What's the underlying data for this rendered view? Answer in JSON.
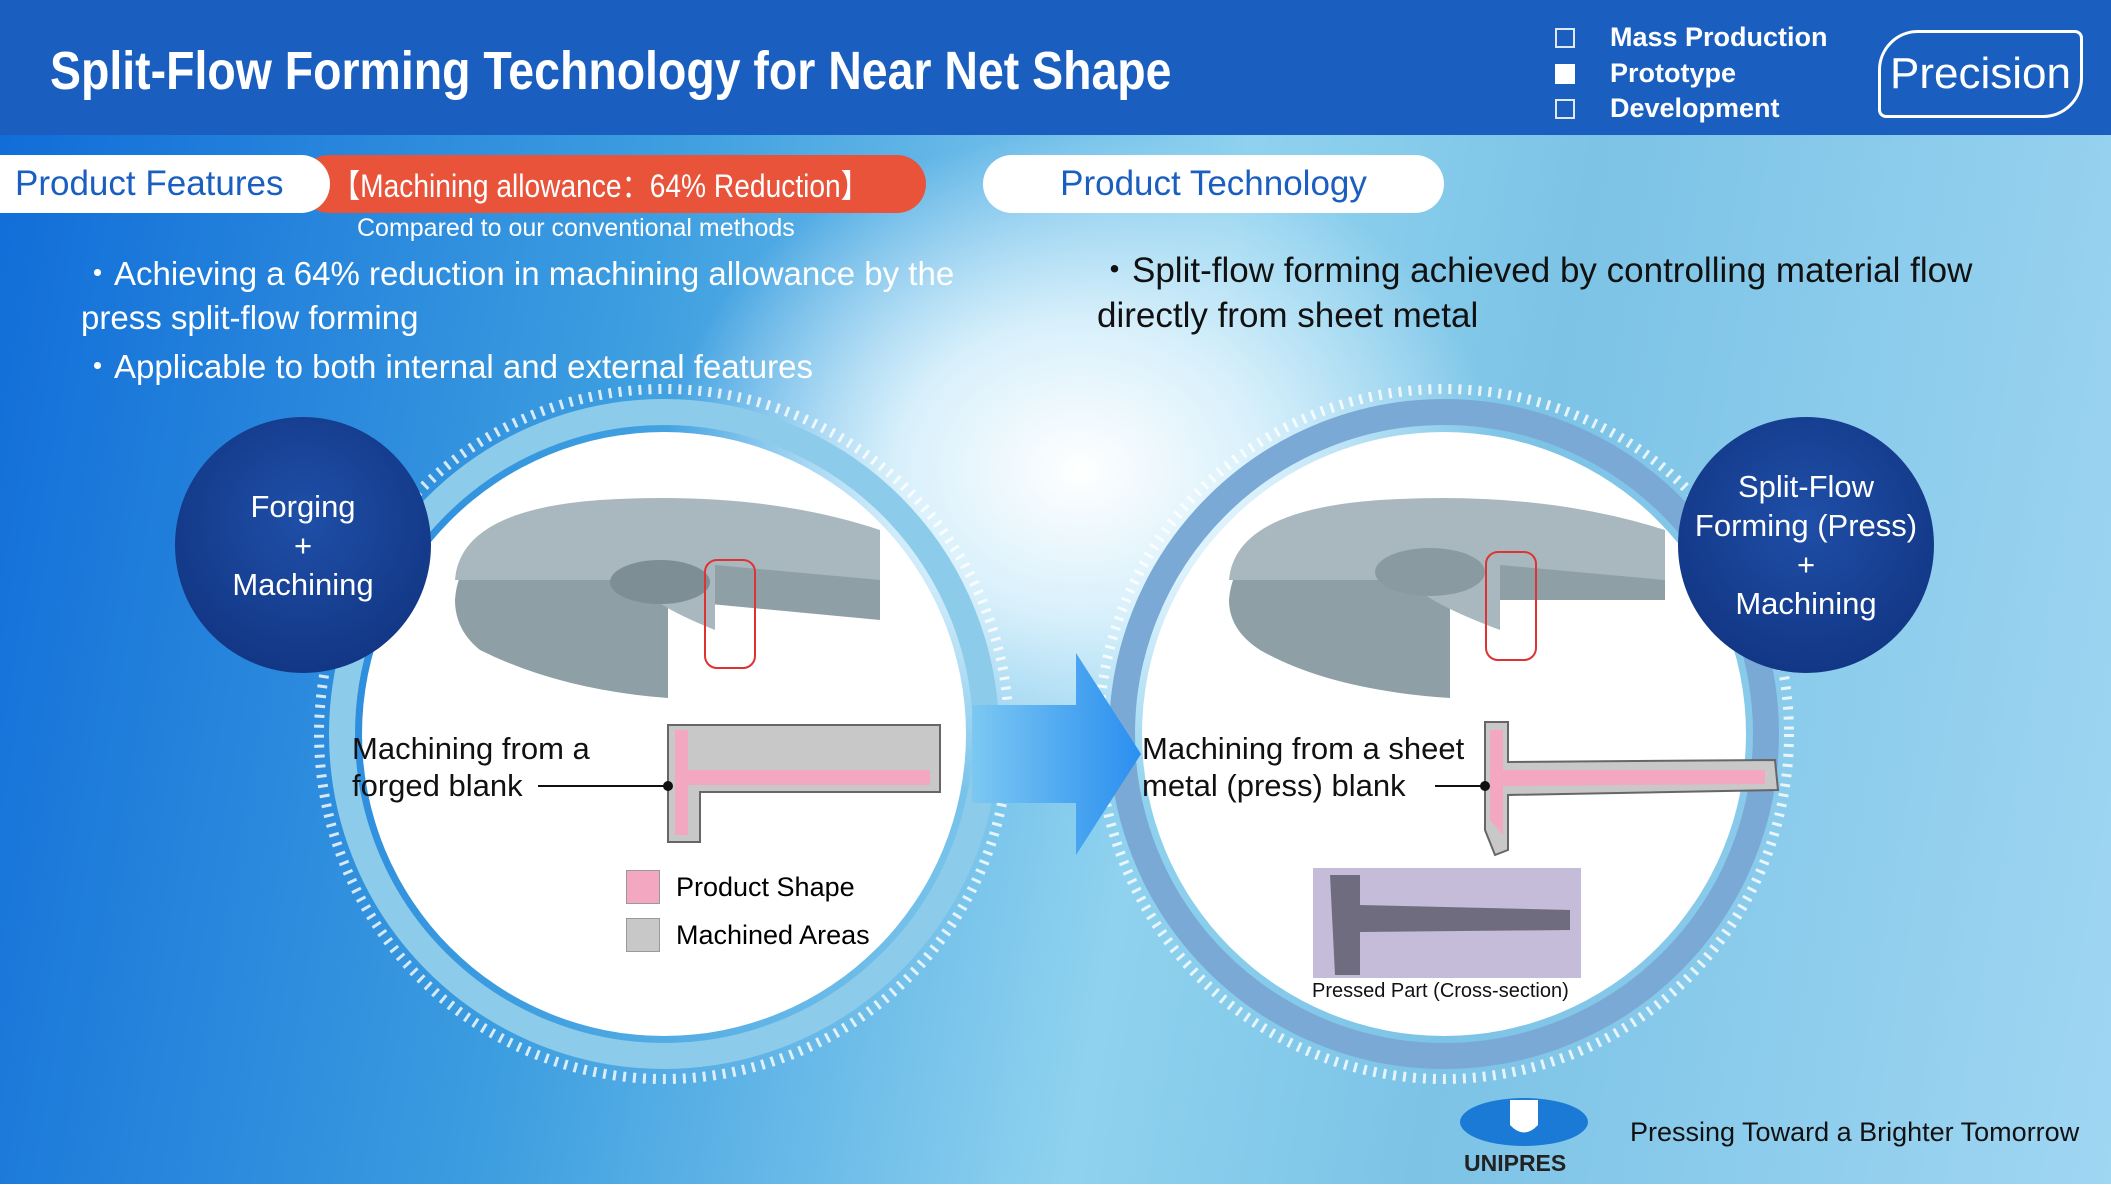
{
  "header": {
    "title": "Split-Flow Forming Technology for Near Net Shape",
    "categories": [
      {
        "label": "Mass Production",
        "checked": false
      },
      {
        "label": "Prototype",
        "checked": true
      },
      {
        "label": "Development",
        "checked": false
      }
    ],
    "badge": "Precision"
  },
  "features": {
    "label": "Product Features",
    "highlight": "【Machining allowance：64%  Reduction】",
    "note": "Compared to our conventional methods",
    "bullets": [
      "・Achieving a 64% reduction in machining allowance by the press split-flow forming",
      "・Applicable to both internal and external features"
    ]
  },
  "technology": {
    "label": "Product Technology",
    "bullets": [
      "・Split-flow forming achieved by controlling material flow directly from sheet metal"
    ]
  },
  "left": {
    "method": [
      "Forging",
      "+",
      "Machining"
    ],
    "callout": [
      "Machining from a",
      "forged blank"
    ],
    "legend": [
      {
        "label": "Product Shape",
        "color": "#f4a7c0"
      },
      {
        "label": "Machined Areas",
        "color": "#c8c8c8"
      }
    ]
  },
  "right": {
    "method": [
      "Split-Flow",
      "Forming (Press)",
      "+",
      "Machining"
    ],
    "callout": [
      "Machining from a sheet",
      "metal (press) blank"
    ],
    "photo_caption": "Pressed Part (Cross-section)"
  },
  "footer": {
    "logo": "UNIPRES",
    "tagline": "Pressing Toward a Brighter Tomorrow"
  }
}
